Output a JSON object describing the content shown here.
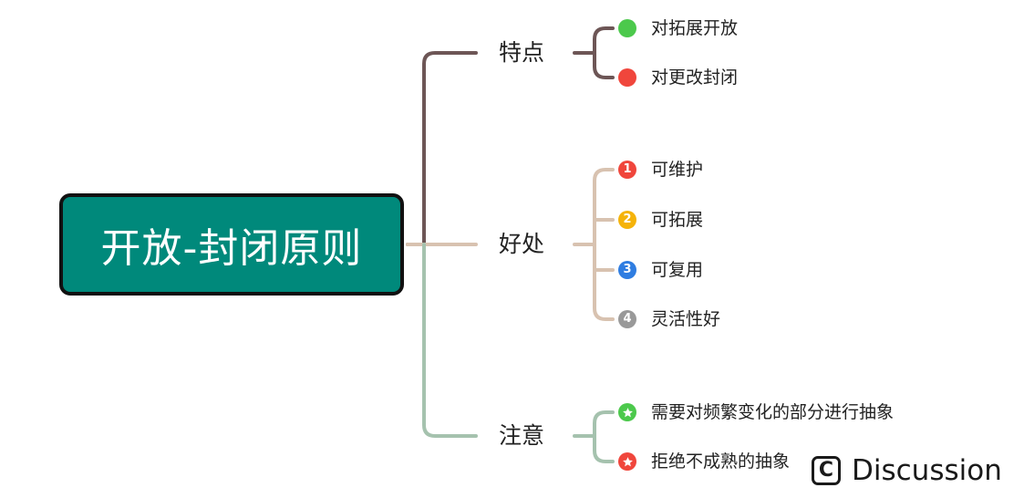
{
  "root": {
    "label": "开放-封闭原则",
    "color": "#00897b"
  },
  "branches": [
    {
      "label": "特点",
      "color": "#6d5656",
      "items": [
        {
          "label": "对拓展开放",
          "marker": "dot",
          "color": "#4cc94c",
          "text": ""
        },
        {
          "label": "对更改封闭",
          "marker": "dot",
          "color": "#f0463c",
          "text": ""
        }
      ]
    },
    {
      "label": "好处",
      "color": "#d8c2b0",
      "items": [
        {
          "label": "可维护",
          "marker": "number",
          "color": "#f0463c",
          "text": "1"
        },
        {
          "label": "可拓展",
          "marker": "number",
          "color": "#f5b30a",
          "text": "2"
        },
        {
          "label": "可复用",
          "marker": "number",
          "color": "#2f7de1",
          "text": "3"
        },
        {
          "label": "灵活性好",
          "marker": "number",
          "color": "#999999",
          "text": "4"
        }
      ]
    },
    {
      "label": "注意",
      "color": "#a5c2ae",
      "items": [
        {
          "label": "需要对频繁变化的部分进行抽象",
          "marker": "star",
          "color": "#4cc94c",
          "text": ""
        },
        {
          "label": "拒绝不成熟的抽象",
          "marker": "star",
          "color": "#f0463c",
          "text": ""
        }
      ]
    }
  ],
  "watermark": {
    "icon": "copyright-c-icon",
    "glyph": "C",
    "text": "Discussion"
  }
}
